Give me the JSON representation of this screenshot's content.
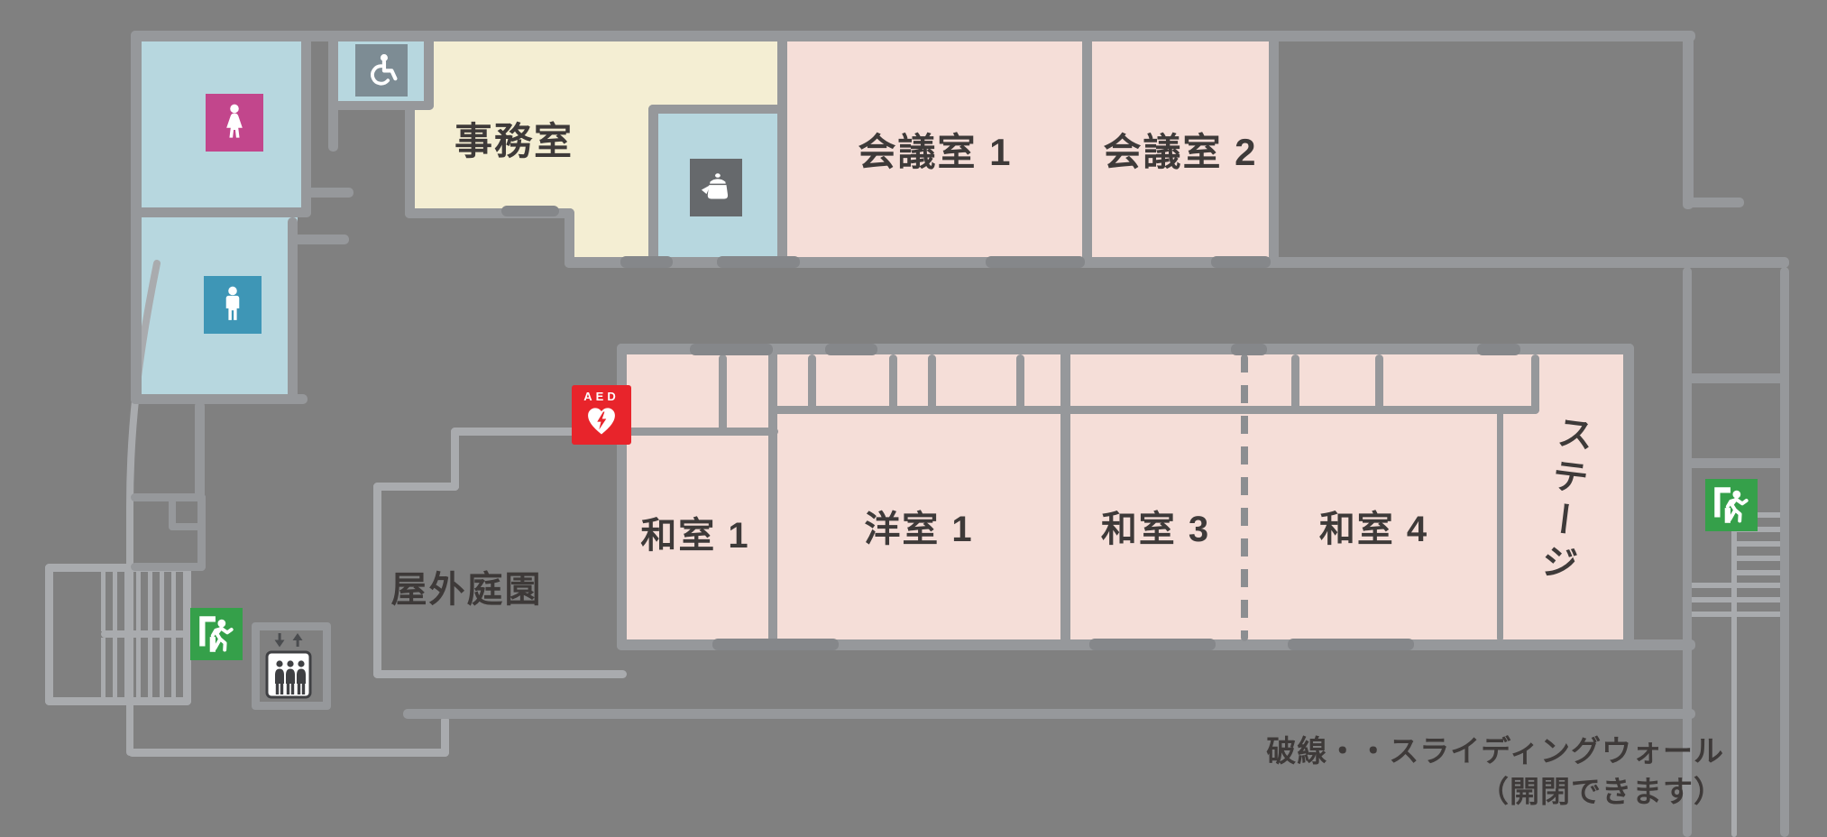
{
  "colors": {
    "background": "#808080",
    "wall": "#96989b",
    "wall_light": "#a9abae",
    "door_bar": "#85878a",
    "room_pink": "#f5ded8",
    "room_cream": "#f4eed3",
    "room_blue": "#b7d7df",
    "female_sign": "#c2468c",
    "male_sign": "#3e96b6",
    "accessible_sign": "#7d8c94",
    "kettle_sign": "#66696c",
    "exit_green": "#35a04a",
    "aed_red": "#e8242b",
    "text": "#3e3a39"
  },
  "rooms": {
    "office": {
      "label": "事務室"
    },
    "meeting1": {
      "label": "会議室 1"
    },
    "meeting2": {
      "label": "会議室 2"
    },
    "japanese1": {
      "label": "和室 1"
    },
    "western1": {
      "label": "洋室 1"
    },
    "japanese3": {
      "label": "和室 3"
    },
    "japanese4": {
      "label": "和室 4"
    },
    "stage": {
      "label": "ステージ"
    },
    "garden": {
      "label": "屋外庭園"
    }
  },
  "signs": {
    "aed": "AED"
  },
  "legend": {
    "line1": "破線・・スライディングウォール",
    "line2": "（開閉できます）"
  },
  "icons": [
    "female-icon",
    "male-icon",
    "wheelchair-icon",
    "kettle-icon",
    "aed-heart-icon",
    "exit-run-icon",
    "elevator-icon",
    "down-arrow-icon",
    "up-arrow-icon"
  ]
}
